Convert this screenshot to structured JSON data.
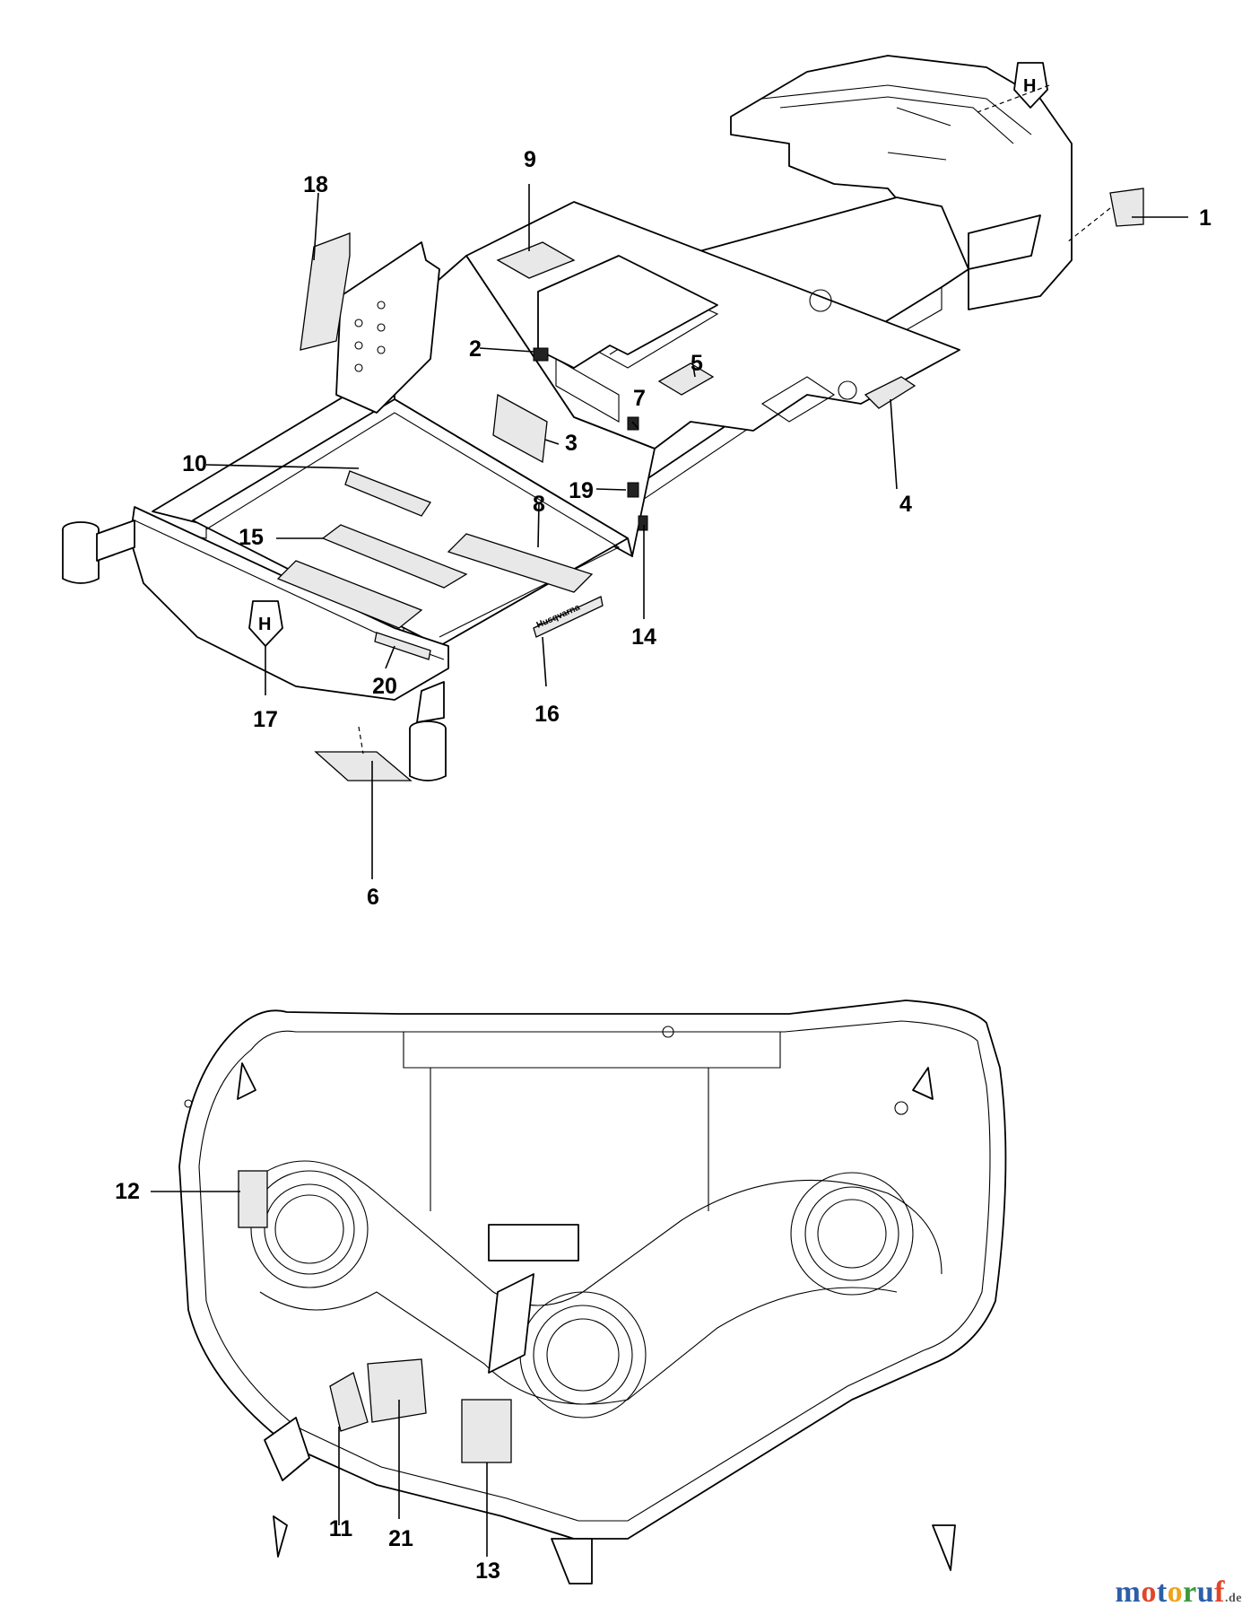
{
  "labels": {
    "l1": "1",
    "l2": "2",
    "l3": "3",
    "l4": "4",
    "l5": "5",
    "l6": "6",
    "l7": "7",
    "l8": "8",
    "l9": "9",
    "l10": "10",
    "l11": "11",
    "l12": "12",
    "l13": "13",
    "l14": "14",
    "l15": "15",
    "l16": "16",
    "l17": "17",
    "l18": "18",
    "l19": "19",
    "l20": "20",
    "l21": "21"
  },
  "watermark": {
    "text": "motoruf",
    "suffix": ".de",
    "letter_colors": [
      "#2b5fa8",
      "#e1462a",
      "#2b5fa8",
      "#f0a21b",
      "#3a9a3a",
      "#2b5fa8",
      "#e1462a"
    ]
  },
  "brand_text": {
    "frame_logo": "Husqvarna"
  }
}
